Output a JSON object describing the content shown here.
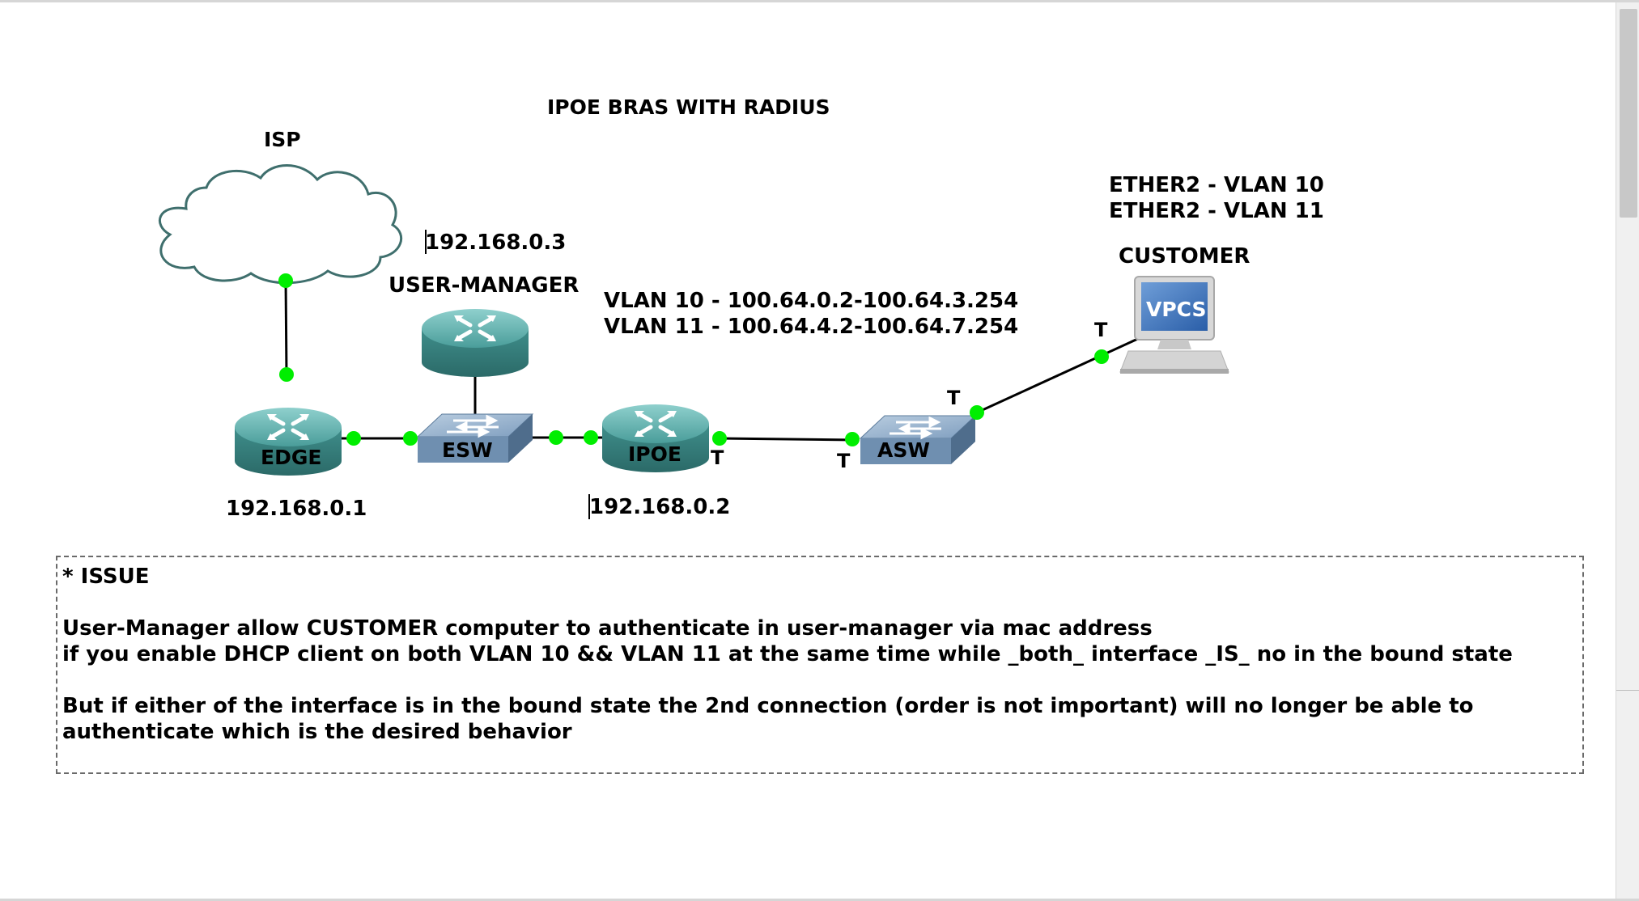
{
  "diagram": {
    "title": "IPOE BRAS WITH RADIUS",
    "labels": {
      "isp": "ISP",
      "user_manager_ip": "192.168.0.3",
      "user_manager": "USER-MANAGER",
      "vlan10_range": "VLAN 10 - 100.64.0.2-100.64.3.254",
      "vlan11_range": "VLAN 11 - 100.64.4.2-100.64.7.254",
      "ether2_vlan10": "ETHER2 - VLAN 10",
      "ether2_vlan11": "ETHER2 - VLAN 11",
      "customer": "CUSTOMER",
      "edge_ip": "192.168.0.1",
      "ipoe_ip": "192.168.0.2",
      "trunk_marker": "T"
    },
    "nodes": {
      "edge": "EDGE",
      "esw": "ESW",
      "ipoe": "IPOE",
      "asw": "ASW",
      "vpcs": "VPCS"
    }
  },
  "note": {
    "heading": "* ISSUE",
    "line1": "User-Manager allow CUSTOMER computer to authenticate in user-manager via mac address",
    "line2": "if you enable DHCP client on both VLAN 10 && VLAN 11 at the same time while _both_ interface _IS_ no in the bound state",
    "line3": "But if either of the interface is in the bound state the 2nd connection (order is not important) will no longer be able to authenticate which is the desired behavior"
  },
  "colors": {
    "link_dot": "#00ee00",
    "router_body": "#3c8a88",
    "switch_body": "#6f8fb0"
  }
}
